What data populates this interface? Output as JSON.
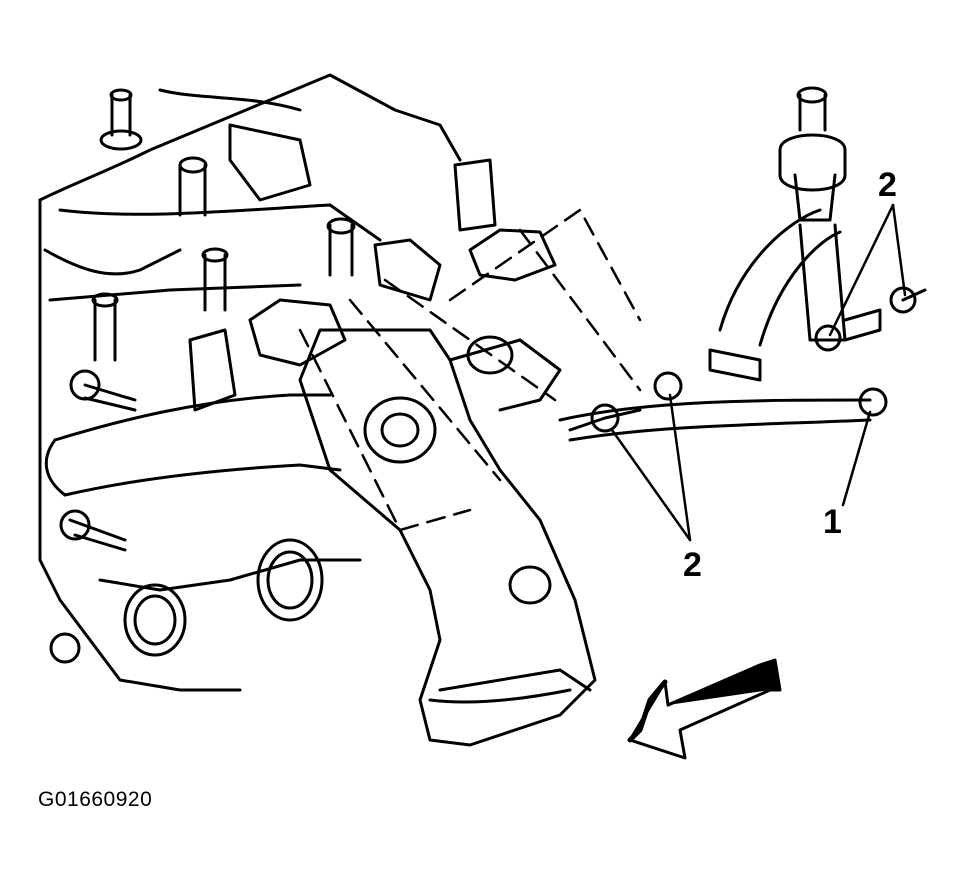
{
  "callouts": {
    "top_right": "2",
    "right": "1",
    "bottom": "2"
  },
  "figure_id": "G01660920",
  "icons": [
    "engine-block-drawing",
    "exhaust-manifold-drawing",
    "nut-icon",
    "direction-arrow-icon"
  ]
}
